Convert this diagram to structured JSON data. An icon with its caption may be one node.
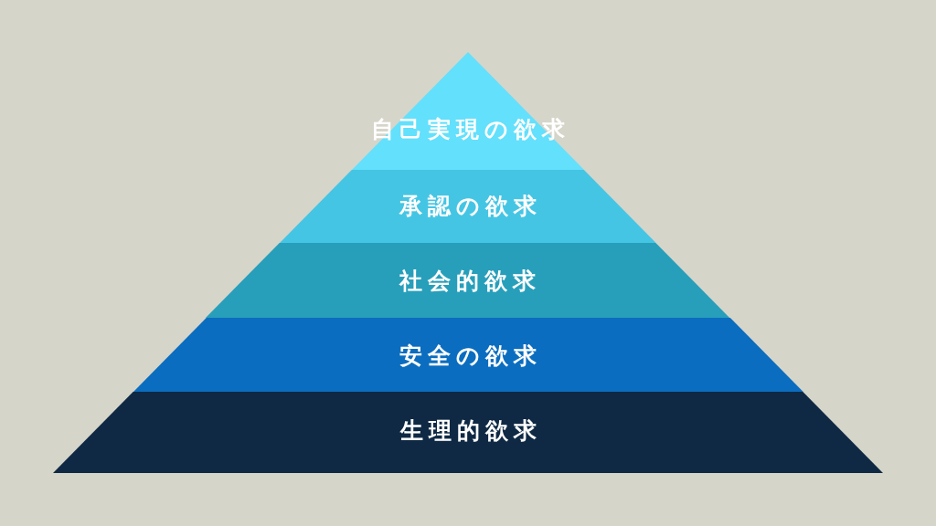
{
  "diagram": {
    "nodes": [
      {
        "text": [
          "自己実現の欲求"
        ]
      },
      {
        "text": [
          "承認の欲求"
        ]
      },
      {
        "text": [
          "社会的欲求"
        ]
      },
      {
        "text": [
          "安全の欲求"
        ]
      },
      {
        "text": [
          "生理的欲求"
        ]
      }
    ]
  }
}
